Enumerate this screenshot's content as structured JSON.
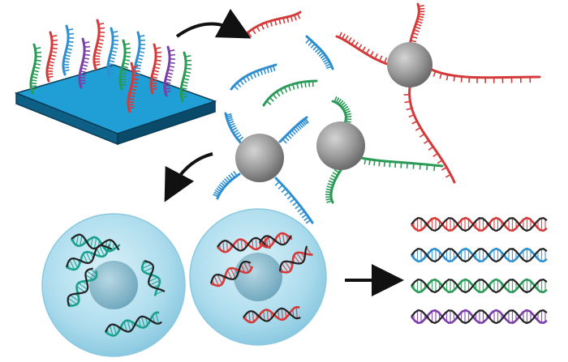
{
  "colors": {
    "background": "#ffffff",
    "chip_top": "#1f9fd6",
    "chip_side": "#0d5f86",
    "bead": "#9a9a9a",
    "capsule": "#a9dcee",
    "red": "#d43a3a",
    "blue": "#2e8fd0",
    "green": "#2a9a57",
    "purple": "#7a3fa8",
    "teal": "#1aa08c",
    "arrow": "#111111"
  },
  "icons": {
    "chip": "dna-microarray-chip",
    "bead": "magnetic-bead",
    "capsule": "emulsion-droplet",
    "arrow": "process-arrow",
    "helix": "double-stranded-dna"
  },
  "chip_strand_colors": [
    "green",
    "red",
    "blue",
    "purple",
    "red",
    "blue",
    "green",
    "blue",
    "red",
    "purple",
    "green",
    "red"
  ],
  "free_strand_colors": [
    "red",
    "blue",
    "blue",
    "green"
  ],
  "bead_groups": [
    {
      "name": "red-bead",
      "strand_colors": [
        "red",
        "red",
        "red",
        "red"
      ]
    },
    {
      "name": "blue-bead",
      "strand_colors": [
        "blue",
        "blue",
        "blue",
        "blue"
      ]
    },
    {
      "name": "green-bead",
      "strand_colors": [
        "green",
        "green",
        "green"
      ]
    }
  ],
  "droplets": [
    {
      "name": "droplet-teal",
      "helix_colors": [
        "teal",
        "teal",
        "teal",
        "teal",
        "teal"
      ]
    },
    {
      "name": "droplet-red",
      "helix_colors": [
        "red",
        "red",
        "red",
        "red",
        "red"
      ]
    }
  ],
  "output_helix_colors": [
    "red",
    "blue",
    "green",
    "purple"
  ]
}
